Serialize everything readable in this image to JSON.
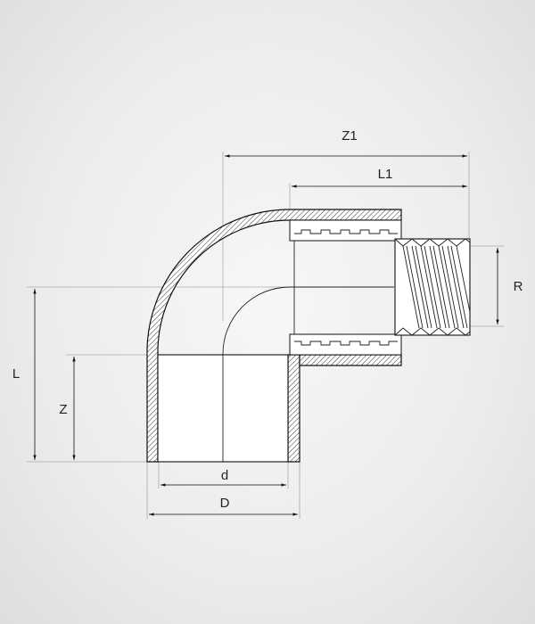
{
  "labels": {
    "z1": "Z1",
    "l1": "L1",
    "r": "R",
    "l": "L",
    "z": "Z",
    "d_inner": "d",
    "d_outer": "D"
  },
  "colors": {
    "background": "#ececec",
    "line": "#111111",
    "extension_line": "#aaaaaa",
    "hatch": "#333333",
    "section_fill": "#ffffff"
  }
}
